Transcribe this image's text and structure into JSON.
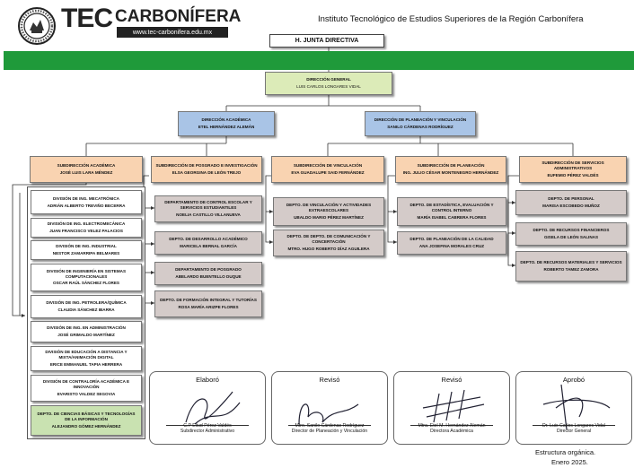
{
  "header": {
    "logo_tec": "TEC",
    "logo_carb": "CARBONÍFERA",
    "logo_url": "www.tec-carbonifera.edu.mx",
    "institute": "Instituto Tecnológico de Estudios Superiores de la Región Carbonífera"
  },
  "colors": {
    "green_band": "#1f9a3a",
    "beige": "#f9d3b1",
    "blue": "#a9c4e6",
    "light_green": "#dcebb8",
    "grey": "#d4cbc9"
  },
  "junta": "H. JUNTA DIRECTIVA",
  "direccion_general": {
    "title": "DIRECCIÓN GENERAL",
    "name": "LUIS CARLOS LONGARES VIDAL"
  },
  "direccion_academica": {
    "title": "DIRECCIÓN ACADÉMICA",
    "name": "ETEL HERNÁNDEZ ALEMÁN"
  },
  "direccion_planeacion": {
    "title": "DIRECCIÓN DE PLANEACIÓN Y VINCULACIÓN",
    "name": "SANILO CÁRDENAS RODRÍGUEZ"
  },
  "subdirecciones": [
    {
      "title": "SUBDIRECCIÓN ACADÉMICA",
      "name": "JOSÉ LUIS LARA MÉNDEZ"
    },
    {
      "title": "SUBDIRECCIÓN DE POSGRADO E INVESTIGACIÓN",
      "name": "ELSA GEORGINA DE LEÓN TREJO"
    },
    {
      "title": "SUBDIRECCIÓN DE VINCULACIÓN",
      "name": "EVA GUADALUPE SAID FERNÁNDEZ"
    },
    {
      "title": "SUBDIRECCIÓN DE PLANEACIÓN",
      "name": "ING. JULIO CÉSAR MONTENEGRO HERNÁNDEZ"
    },
    {
      "title": "SUBDIRECCIÓN DE SERVICIOS ADMINISTRATIVOS",
      "name": "EUFEMIO PÉREZ VALDÉS"
    }
  ],
  "divisiones": [
    {
      "title": "DIVISIÓN DE ING. MECATRÓNICA",
      "name": "ADRIÁN ALBERTO TREVIÑO BECERRA"
    },
    {
      "title": "DIVISIÓN DE ING. ELECTROMECÁNICA",
      "name": "JUAN FRANCISCO VELEZ PALACIOS"
    },
    {
      "title": "DIVISIÓN DE ING. INDUSTRIAL",
      "name": "NESTOR ZAMARRIPA BELMARES"
    },
    {
      "title": "DIVISIÓN DE INGENIERÍA EN SISTEMAS COMPUTACIONALES",
      "name": "OSCAR RAÚL SÁNCHEZ FLORES"
    },
    {
      "title": "DIVISIÓN DE ING. PETROLERA/QUÍMICA",
      "name": "CLAUDIA SÁNCHEZ IBARRA"
    },
    {
      "title": "DIVISIÓN DE ING. EN ADMINISTRACIÓN",
      "name": "JOSÉ GRIMALDO MARTÍNEZ"
    },
    {
      "title": "DIVISIÓN DE EDUCACIÓN A DISTANCIA Y MIXTA/ANIMACIÓN DIGITAL",
      "name": "ERICE EMMANUEL TAPIA HERRERA"
    },
    {
      "title": "DIVISIÓN DE CONTRALORÍA ACADÉMICA E INNOVACIÓN",
      "name": "EVARISTO VALDEZ SEGOVIA"
    },
    {
      "title": "DEPTO. DE CIENCIAS BÁSICAS Y TECNOLOGÍAS DE LA INFORMACIÓN",
      "name": "ALEJANDRO GÓMEZ HERNÁNDEZ"
    }
  ],
  "deptos_posgrado": [
    {
      "title": "DEPARTAMENTO DE CONTROL ESCOLAR Y SERVICIOS ESTUDIANTILES",
      "name": "NOELIA CASTILLO VILLANUEVA"
    },
    {
      "title": "DEPTO. DE DESARROLLO ACADÉMICO",
      "name": "MARICELA BERNAL GARCÍA"
    },
    {
      "title": "DEPARTAMENTO DE POSGRADO",
      "name": "ABELARDO BUENTELLO DUQUE"
    },
    {
      "title": "DEPTO. DE FORMACIÓN INTEGRAL Y TUTORÍAS",
      "name": "ROSA MARÍA ARIZPE FLORES"
    }
  ],
  "deptos_vinculacion": [
    {
      "title": "DEPTO. DE VINCULACIÓN Y ACTIVIDADES EXTRAESCOLARES",
      "name": "UBALDO MARIO PÉREZ MARTÍNEZ"
    },
    {
      "title": "DEPTO. DE DEPTO. DE COMUNICACIÓN Y CONCERTACIÓN",
      "name": "MTRO. HUGO ROBERTO DÍAZ AGUILERA"
    }
  ],
  "deptos_planeacion": [
    {
      "title": "DEPTO. DE ESTADÍSTICA, EVALUACIÓN Y CONTROL INTERNO",
      "name": "MARÍA ISABEL CABRERA FLORES"
    },
    {
      "title": "DEPTO. DE PLANEACIÓN DE LA CALIDAD",
      "name": "ANA JOSEFINA MORALES CRUZ"
    }
  ],
  "deptos_servicios": [
    {
      "title": "DEPTO. DE PERSONAL",
      "name": "MARISA ESCOBEDO MUÑOZ"
    },
    {
      "title": "DEPTO. DE RECURSOS FINANCIEROS",
      "name": "GISELA DE LEÓN SALINAS"
    },
    {
      "title": "DEPTO. DE RECURSOS MATERIALES Y SERVICIOS",
      "name": "ROBERTO TAMEZ ZAMORA"
    }
  ],
  "signatures": [
    {
      "label": "Elaboró",
      "name": "C.P Eliud Pérez Valdés",
      "role": "Subdirector Administrativo"
    },
    {
      "label": "Revisó",
      "name": "Mtro. Sanilo Cárdenas Rodríguez",
      "role": "Director de Planeación y Vinculación"
    },
    {
      "label": "Revisó",
      "name": "Mtra. Etel M. Hernández Alemán",
      "role": "Directora Académica"
    },
    {
      "label": "Aprobó",
      "name": "Dr. Luis Carlos Longares Vidal",
      "role": "Director General"
    }
  ],
  "footer": {
    "line1": "Estructura orgánica.",
    "line2": "Enero 2025."
  }
}
